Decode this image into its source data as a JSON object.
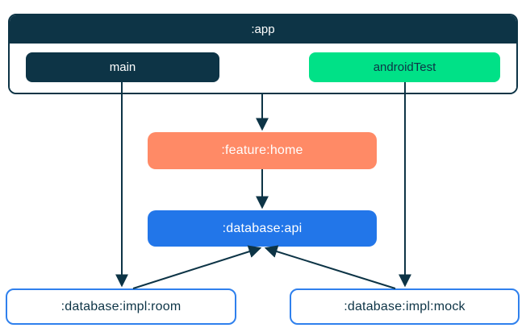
{
  "diagram": {
    "nodes": {
      "app": {
        "label": ":app"
      },
      "main": {
        "label": "main"
      },
      "android_test": {
        "label": "androidTest"
      },
      "feature_home": {
        "label": ":feature:home"
      },
      "database_api": {
        "label": ":database:api"
      },
      "database_impl_room": {
        "label": ":database:impl:room"
      },
      "database_impl_mock": {
        "label": ":database:impl:mock"
      }
    },
    "edges": [
      {
        "from": ":app",
        "to": ":feature:home"
      },
      {
        "from": "main",
        "to": ":database:impl:room"
      },
      {
        "from": "androidTest",
        "to": ":database:impl:mock"
      },
      {
        "from": ":feature:home",
        "to": ":database:api"
      },
      {
        "from": ":database:impl:room",
        "to": ":database:api"
      },
      {
        "from": ":database:impl:mock",
        "to": ":database:api"
      }
    ],
    "colors": {
      "navy": "#0D3446",
      "green": "#00E187",
      "orange": "#FF8A66",
      "blue": "#2276E9",
      "box_border_blue": "#2F80ED",
      "background": "#FFFFFF",
      "text_light": "#FFFFFF"
    }
  }
}
